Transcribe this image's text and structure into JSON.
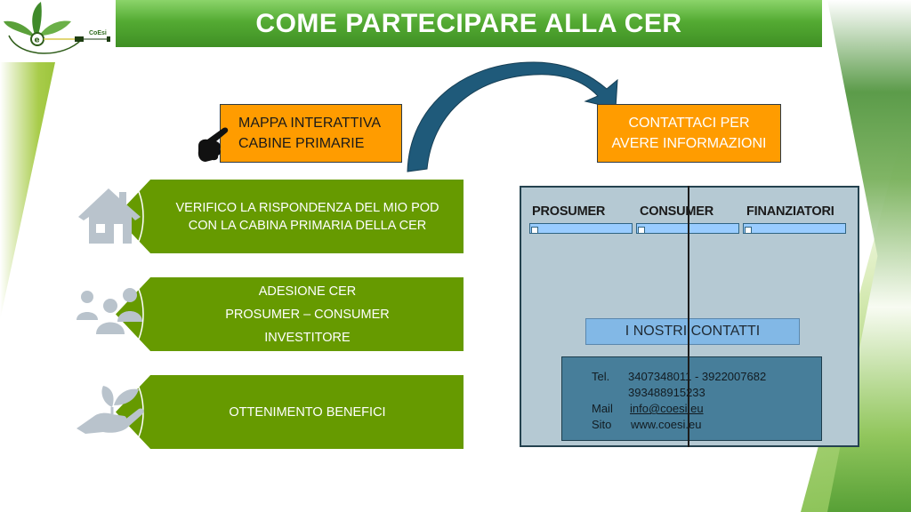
{
  "header": {
    "title": "COME PARTECIPARE ALLA CER",
    "logo_text": "CoEsi",
    "logo_icon": "leaf-plug-logo-icon"
  },
  "left_actions": {
    "map_button_lines": [
      "MAPPA INTERATTIVA",
      "CABINE PRIMARIE"
    ],
    "pointer_icon": "pointing-hand-icon"
  },
  "steps": [
    {
      "icon": "house-icon",
      "lines": [
        "VERIFICO LA RISPONDENZA DEL MIO POD",
        "CON LA CABINA PRIMARIA DELLA CER"
      ]
    },
    {
      "icon": "people-group-icon",
      "lines": [
        "ADESIONE CER",
        "PROSUMER – CONSUMER",
        "INVESTITORE"
      ]
    },
    {
      "icon": "hand-plant-icon",
      "lines": [
        "OTTENIMENTO BENEFICI"
      ]
    }
  ],
  "right_actions": {
    "contact_button_lines": [
      "CONTATTACI PER",
      "AVERE INFORMAZIONI"
    ],
    "arrow_icon": "curved-arrow-icon"
  },
  "panel": {
    "columns": [
      "PROSUMER",
      "CONSUMER",
      "FINANZIATORI"
    ],
    "contacts_title": "I NOSTRI CONTATTI",
    "contacts": {
      "tel_label": "Tel.",
      "tel_line1": "3407348011 - 3922007682",
      "tel_line2": "393488915233",
      "mail_label": "Mail",
      "mail_value": "info@coesi.eu",
      "site_label": "Sito",
      "site_value": "www.coesi.eu"
    }
  },
  "colors": {
    "title_green": "#54ab33",
    "step_green": "#669a00",
    "orange": "#ff9c00",
    "panel_bg": "#b5c9d3",
    "contacts_bg": "#477e9a",
    "arrow_blue": "#1f5a7a"
  }
}
